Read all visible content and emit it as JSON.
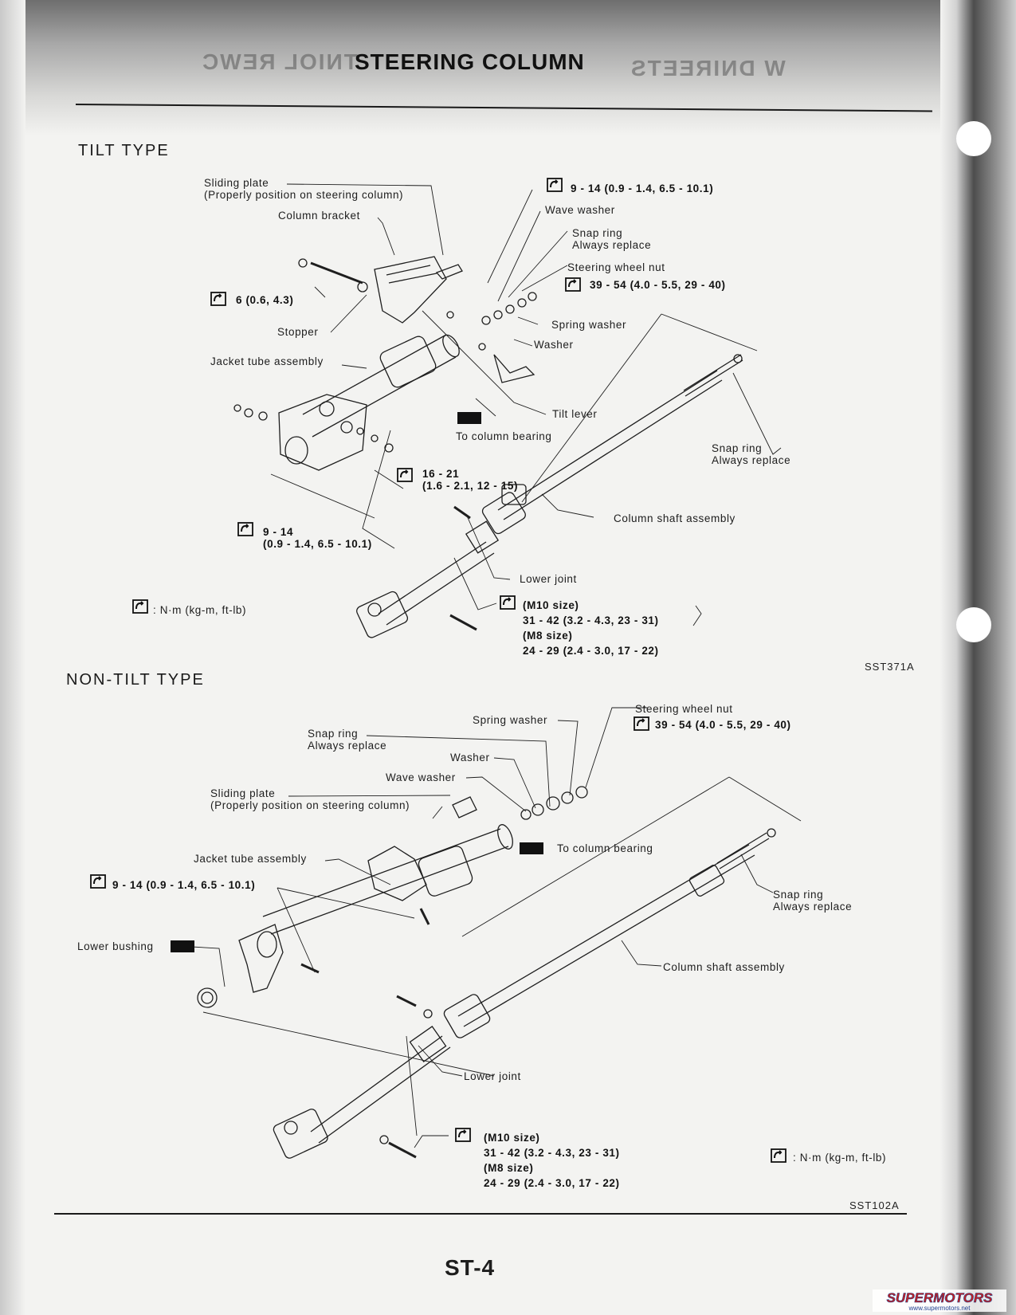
{
  "page": {
    "title": "STEERING COLUMN",
    "ghost_left": "TNIOL REWC",
    "ghost_right": "W DNIREETS",
    "page_number": "ST-4"
  },
  "tilt": {
    "heading": "TILT TYPE",
    "figure_code": "SST371A",
    "legend": ": N·m (kg-m, ft-lb)",
    "labels": {
      "sliding_plate": "Sliding plate",
      "sliding_plate_note": "(Properly position on steering column)",
      "column_bracket": "Column bracket",
      "torque_top": "9 - 14 (0.9 - 1.4, 6.5 - 10.1)",
      "wave_washer": "Wave washer",
      "snap_ring_top": "Snap ring",
      "snap_ring_top_note": "Always replace",
      "steering_wheel_nut": "Steering wheel nut",
      "torque_nut": "39 - 54 (4.0 - 5.5, 29 - 40)",
      "torque_stopper": "6 (0.6, 4.3)",
      "stopper": "Stopper",
      "spring_washer": "Spring washer",
      "washer": "Washer",
      "jacket_tube": "Jacket tube assembly",
      "tilt_lever": "Tilt lever",
      "to_column_bearing": "To column bearing",
      "snap_ring_bottom": "Snap ring",
      "snap_ring_bottom_note": "Always replace",
      "torque_mid_1": "16 - 21",
      "torque_mid_2": "(1.6 - 2.1, 12 - 15)",
      "column_shaft": "Column shaft assembly",
      "torque_low_1": "9 - 14",
      "torque_low_2": "(0.9 - 1.4, 6.5 - 10.1)",
      "lower_joint": "Lower joint",
      "m10": "(M10 size)",
      "m10_value": "31 - 42 (3.2 - 4.3, 23 - 31)",
      "m8": "(M8 size)",
      "m8_value": "24 - 29 (2.4 - 3.0, 17 - 22)"
    }
  },
  "nontilt": {
    "heading": "NON-TILT TYPE",
    "figure_code": "SST102A",
    "legend": ": N·m (kg-m, ft-lb)",
    "labels": {
      "steering_wheel_nut": "Steering wheel nut",
      "torque_nut": "39 - 54 (4.0 - 5.5, 29 - 40)",
      "spring_washer": "Spring washer",
      "snap_ring_top": "Snap ring",
      "snap_ring_top_note": "Always replace",
      "washer": "Washer",
      "wave_washer": "Wave washer",
      "sliding_plate": "Sliding plate",
      "sliding_plate_note": "(Properly position on steering column)",
      "to_column_bearing": "To column bearing",
      "jacket_tube": "Jacket tube assembly",
      "torque_jacket": "9 - 14 (0.9 - 1.4, 6.5 - 10.1)",
      "snap_ring_right": "Snap ring",
      "snap_ring_right_note": "Always replace",
      "lower_bushing": "Lower bushing",
      "column_shaft": "Column shaft assembly",
      "lower_joint": "Lower joint",
      "m10": "(M10 size)",
      "m10_value": "31 - 42 (3.2 - 4.3, 23 - 31)",
      "m8": "(M8 size)",
      "m8_value": "24 - 29 (2.4 - 3.0, 17 - 22)"
    }
  },
  "watermark": {
    "brand": "SUPERMOTORS",
    "url": "www.supermotors.net"
  },
  "colors": {
    "logo_red": "#c8201e",
    "logo_blue": "#1f3f8f",
    "ink": "#1d1d1d"
  },
  "icons": {
    "torque": "torque-wrench-icon",
    "lubricant": "grease-icon"
  }
}
